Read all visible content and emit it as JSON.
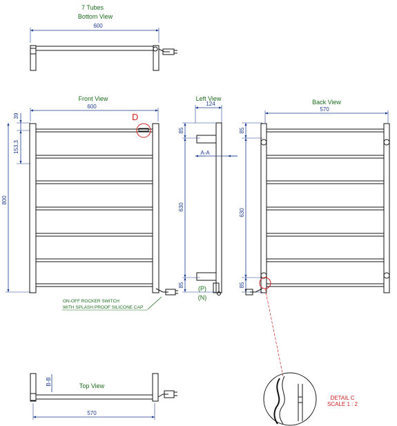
{
  "title": "7 Tubes",
  "views": {
    "bottom": {
      "label": "Bottom View",
      "dim_width": "600"
    },
    "front": {
      "label": "Front View",
      "dim_width": "600",
      "dim_top": "39",
      "dim_spacing": "153,3",
      "dim_height": "800",
      "detail_marker": "D"
    },
    "left": {
      "label": "Left View",
      "dim_depth": "124",
      "dim_top": "85",
      "dim_middle": "630",
      "dim_bottom": "85",
      "section": "A-A",
      "p_label": "(P)",
      "n_label": "(N)"
    },
    "back": {
      "label": "Back View",
      "dim_width": "570",
      "dim_top": "85",
      "dim_middle": "630",
      "dim_bottom": "85"
    },
    "top": {
      "label": "Top View",
      "dim_width": "570",
      "section": "B-B"
    }
  },
  "note": {
    "line1": "ON-OFF ROCKER SWITCH",
    "line2": "WITH SPLASH PROOF SILICONE CAP"
  },
  "detail": {
    "line1": "DETAIL C",
    "line2": "SCALE 1 : 2"
  },
  "colors": {
    "green_text": "#1a6b1a",
    "dimension_blue": "#1c3a8f",
    "detail_red": "#cc2020",
    "outline": "#111111"
  }
}
